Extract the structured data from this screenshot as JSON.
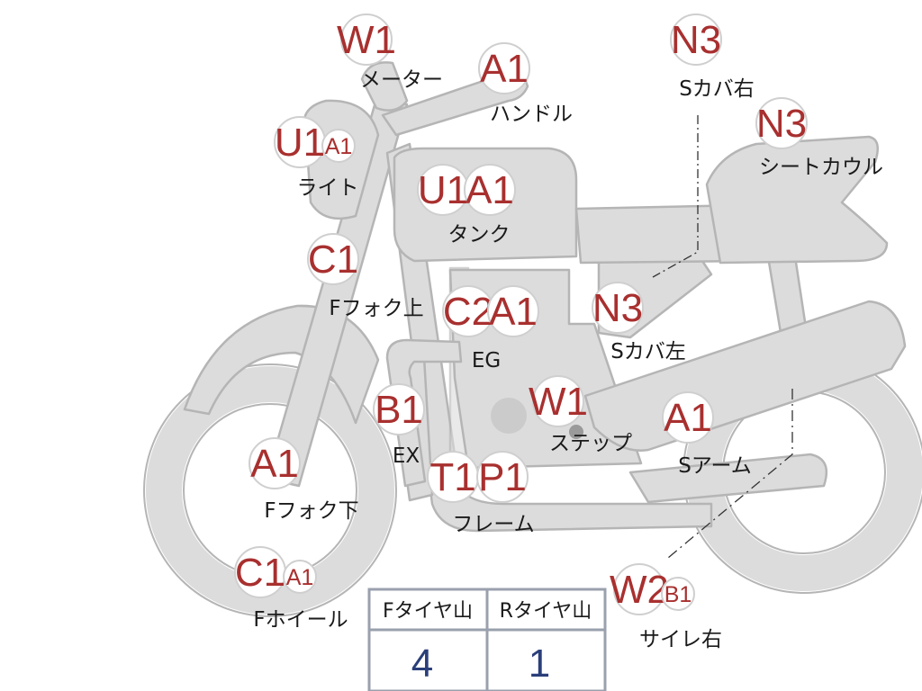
{
  "colors": {
    "body_fill": "#dcdcdc",
    "body_stroke": "#b5b5b5",
    "code_text": "#a8302f",
    "badge_stroke": "#cfcfcf",
    "table_value": "#2a3f7a",
    "table_border": "#9aa0ad"
  },
  "badges": [
    {
      "id": "meter",
      "codes": [
        "W1"
      ],
      "label": "メーター"
    },
    {
      "id": "handle",
      "codes": [
        "A1"
      ],
      "label": "ハンドル"
    },
    {
      "id": "s-cover-right",
      "codes": [
        "N3"
      ],
      "label": "Sカバ右"
    },
    {
      "id": "seat-cowl",
      "codes": [
        "N3"
      ],
      "label": "シートカウル"
    },
    {
      "id": "light",
      "codes": [
        "U1",
        "A1"
      ],
      "label": "ライト"
    },
    {
      "id": "tank",
      "codes": [
        "U1",
        "A1"
      ],
      "label": "タンク"
    },
    {
      "id": "f-fork-upper",
      "codes": [
        "C1"
      ],
      "label": "Fフォク上"
    },
    {
      "id": "engine",
      "codes": [
        "C2",
        "A1"
      ],
      "label": "EG"
    },
    {
      "id": "s-cover-left",
      "codes": [
        "N3"
      ],
      "label": "Sカバ左"
    },
    {
      "id": "exhaust",
      "codes": [
        "B1"
      ],
      "label": "EX"
    },
    {
      "id": "step",
      "codes": [
        "W1"
      ],
      "label": "ステップ"
    },
    {
      "id": "s-arm",
      "codes": [
        "A1"
      ],
      "label": "Sアーム"
    },
    {
      "id": "f-fork-lower",
      "codes": [
        "A1"
      ],
      "label": "Fフォク下"
    },
    {
      "id": "frame",
      "codes": [
        "T1",
        "P1"
      ],
      "label": "フレーム"
    },
    {
      "id": "f-wheel",
      "codes": [
        "C1",
        "A1"
      ],
      "label": "Fホイール"
    },
    {
      "id": "silencer-right",
      "codes": [
        "W2",
        "B1"
      ],
      "label": "サイレ右"
    }
  ],
  "tire_table": {
    "headers": [
      "Fタイヤ山",
      "Rタイヤ山"
    ],
    "values": [
      "4",
      "1"
    ]
  }
}
